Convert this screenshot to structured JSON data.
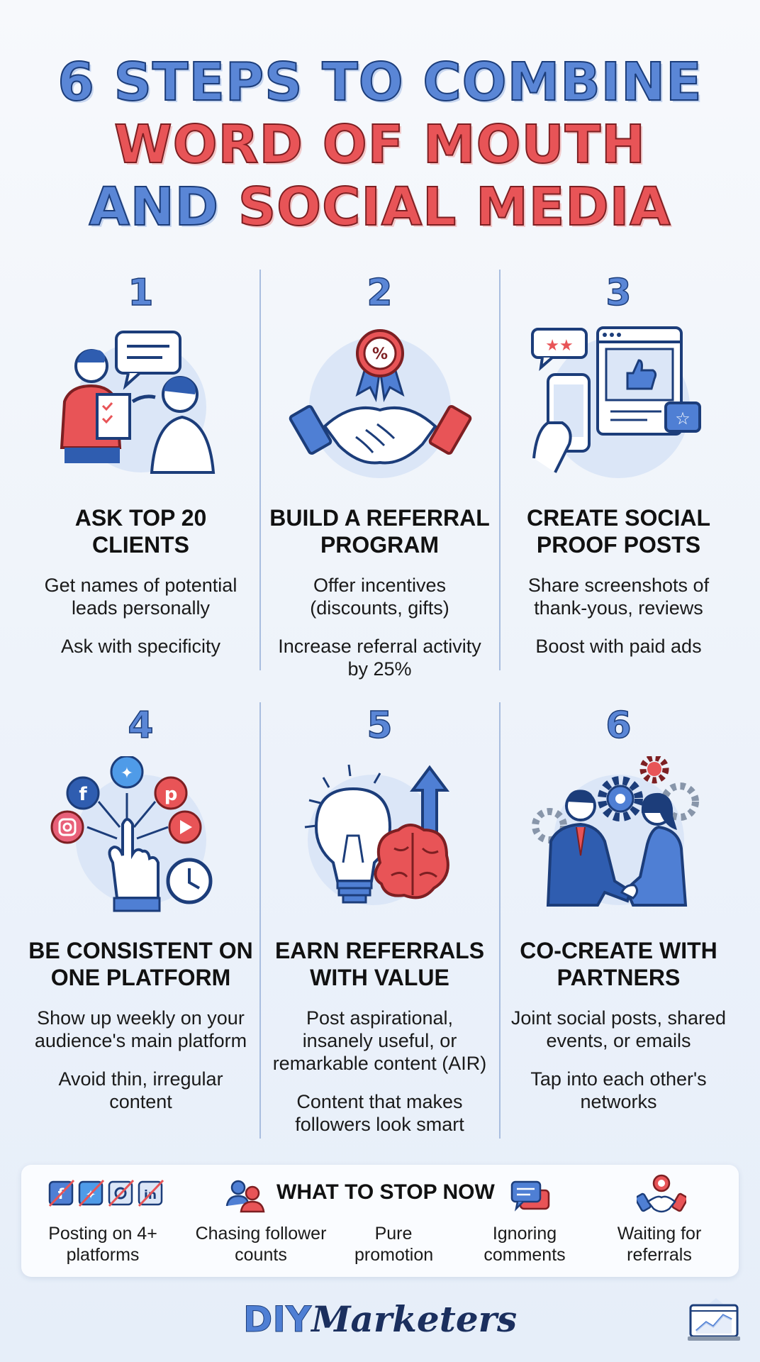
{
  "title": {
    "line1": "6 STEPS TO COMBINE",
    "line2": "WORD OF MOUTH",
    "line3a": "AND ",
    "line3b": "SOCIAL MEDIA"
  },
  "steps": [
    {
      "num": "1",
      "heading": "ASK TOP 20 CLIENTS",
      "desc": "Get names of potential leads personally",
      "desc2": "Ask with specificity"
    },
    {
      "num": "2",
      "heading": "BUILD A REFERRAL PROGRAM",
      "desc": "Offer incentives (discounts, gifts)",
      "desc2": "Increase referral activity by 25%"
    },
    {
      "num": "3",
      "heading": "CREATE SOCIAL PROOF POSTS",
      "desc": "Share screenshots of thank-yous, reviews",
      "desc2": "Boost with paid ads"
    },
    {
      "num": "4",
      "heading": "BE CONSISTENT ON ONE PLATFORM",
      "desc": "Show up weekly on your audience's main platform",
      "desc2": "Avoid thin, irregular content"
    },
    {
      "num": "5",
      "heading": "EARN REFERRALS WITH VALUE",
      "desc": "Post aspirational, insanely useful, or remarkable content (AIR)",
      "desc2": "Content that makes followers look smart"
    },
    {
      "num": "6",
      "heading": "CO-CREATE WITH PARTNERS",
      "desc": "Joint social posts, shared events, or emails",
      "desc2": "Tap into each other's networks"
    }
  ],
  "stop": {
    "title": "WHAT TO STOP NOW",
    "items": [
      "Posting on 4+ platforms",
      "Chasing follower counts",
      "Pure promotion",
      "Ignoring comments",
      "Waiting for referrals"
    ]
  },
  "logo": {
    "part1": "DIY",
    "part2": "Marketers"
  },
  "colors": {
    "blue": "#5a86d6",
    "red": "#e85457",
    "navy": "#1c3d7a"
  }
}
